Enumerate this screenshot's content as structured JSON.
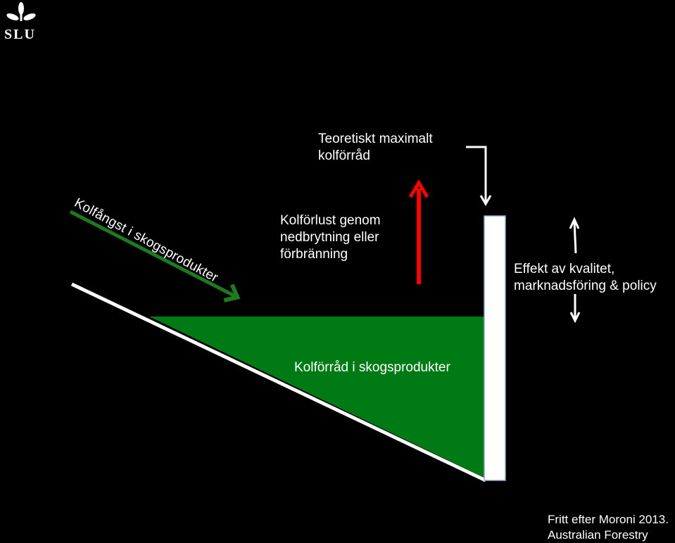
{
  "logo": {
    "text": "SLU",
    "icon": "slu-leaf-icon"
  },
  "labels": {
    "theoretical_max": [
      "Teoretiskt maximalt",
      "kolförråd"
    ],
    "carbon_loss": [
      "Kolförlust genom",
      "nedbrytning eller",
      "förbränning"
    ],
    "effect": [
      "Effekt av kvalitet,",
      "marknadsföring & policy"
    ],
    "carbon_intake": "Kolfångst i skogsprodukter",
    "carbon_pool": "Kolförråd i skogsprodukter"
  },
  "source": [
    "Fritt efter Moroni 2013.",
    "Australian Forestry"
  ],
  "colors": {
    "background": "#000000",
    "pool_fill": "#007a14",
    "intake_arrow": "#1e7a1e",
    "loss_arrow": "#ff0000",
    "outline": "#ffffff",
    "bar_border": "#8aaec8"
  }
}
